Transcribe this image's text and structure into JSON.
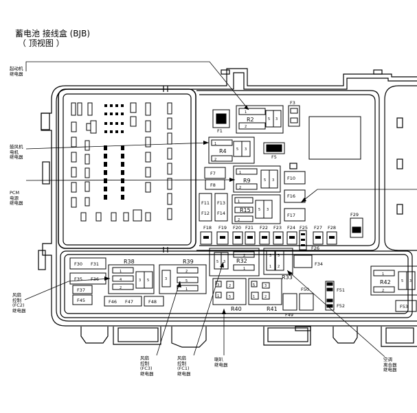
{
  "title": {
    "line1": "蓄电池 接线盒 (BJB)",
    "line2": "（ 顶视图 ）"
  },
  "callouts": {
    "starter": [
      "起动机",
      "继电器"
    ],
    "blower": [
      "鼓风机",
      "电机",
      "继电器"
    ],
    "pcm": [
      "PCM",
      "电源",
      "继电器"
    ],
    "fc2": [
      "风扇",
      "控制",
      "(FC2)",
      "继电器"
    ],
    "fc3": [
      "风扇",
      "控制",
      "(FC3)",
      "继电器"
    ],
    "fc1": [
      "风扇",
      "控制",
      "(FC1)",
      "继电器"
    ],
    "horn": [
      "喇叭",
      "继电器"
    ],
    "ac": [
      "空调",
      "离合器",
      "继电器"
    ]
  },
  "relays": {
    "R2": "R2",
    "R4": "R4",
    "R9": "R9",
    "R15": "R15",
    "R32": "R32",
    "R33": "R33",
    "R38": "R38",
    "R39": "R39",
    "R40": "R40",
    "R41": "R41",
    "R42": "R42"
  },
  "pins": {
    "p1": "1",
    "p2": "2",
    "p3": "3",
    "p4": "4",
    "p5": "5"
  },
  "fuses": {
    "F1": "F1",
    "F3": "F3",
    "F5": "F5",
    "F7": "F7",
    "F8": "F8",
    "F10": "F10",
    "F11": "F11",
    "F12": "F12",
    "F13": "F13",
    "F14": "F14",
    "F16": "F16",
    "F17": "F17",
    "F18": "F18",
    "F19": "F19",
    "F20": "F20",
    "F21": "F21",
    "F22": "F22",
    "F23": "F23",
    "F24": "F24",
    "F25": "F25",
    "F26": "F26",
    "F27": "F27",
    "F28": "F28",
    "F29": "F29",
    "F30": "F30",
    "F31": "F31",
    "F34": "F34",
    "F35": "F35",
    "F36": "F36",
    "F37": "F37",
    "F45": "F45",
    "F46": "F46",
    "F47": "F47",
    "F48": "F48",
    "F49": "F49",
    "F50": "F50",
    "F51": "F51",
    "F52": "F52",
    "F53": "F53"
  }
}
